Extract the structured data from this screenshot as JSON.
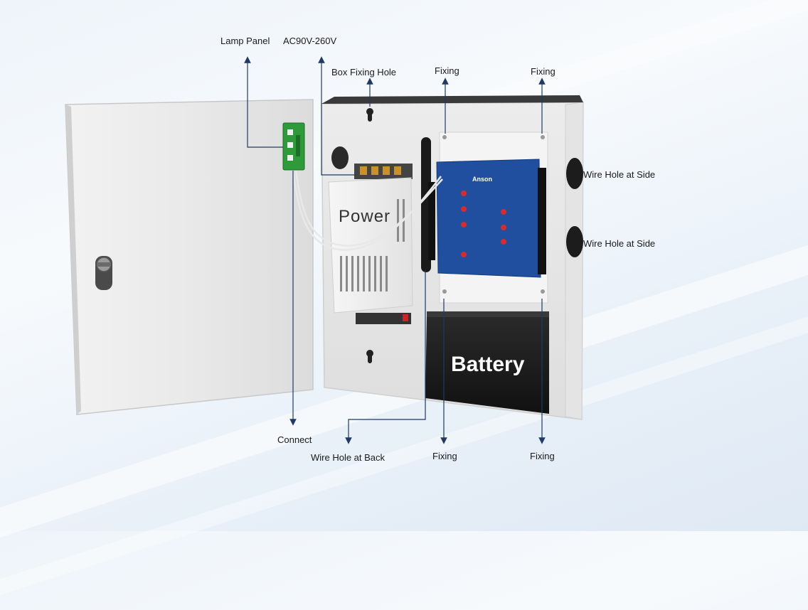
{
  "labels": {
    "lamp_panel": "Lamp Panel",
    "ac_input": "AC90V-260V",
    "box_fixing_hole": "Box Fixing Hole",
    "fixing_top_left": "Fixing",
    "fixing_top_right": "Fixing",
    "wire_hole_side_top": "Wire Hole at Side",
    "wire_hole_side_bottom": "Wire Hole at Side",
    "connect": "Connect",
    "wire_hole_back": "Wire Hole at Back",
    "fixing_bottom_left": "Fixing",
    "fixing_bottom_right": "Fixing"
  },
  "components": {
    "power_supply": "Power",
    "battery": "Battery",
    "controller_brand": "Anson"
  },
  "colors": {
    "arrow": "#1f3a66",
    "board": "#1f4f9e",
    "battery": "#1a1a1a",
    "pcb_green": "#2e9a3a"
  }
}
